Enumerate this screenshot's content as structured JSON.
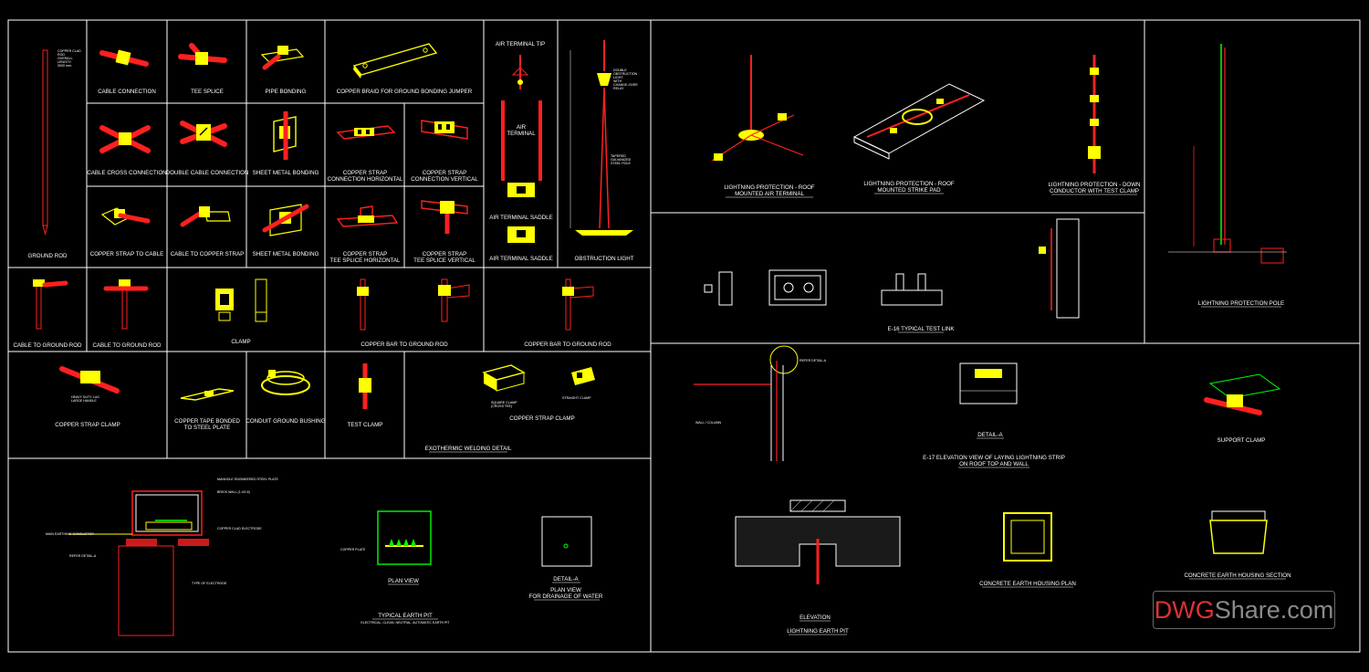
{
  "labels": {
    "ground_rod": "GROUND ROD",
    "ground_rod_note": [
      "COPPER CLAD",
      "ROD",
      "OVERALL",
      "LENGTH",
      "3000 mm."
    ],
    "cable_connection": "CABLE CONNECTION",
    "tee_splice": "TEE SPLICE",
    "pipe_bonding": "PIPE BONDING",
    "copper_braid": "COPPER BRAID FOR GROUND BONDING JUMPER",
    "cable_cross": "CABLE CROSS CONNECTION",
    "double_cable": "DOUBLE CABLE CONNECTION",
    "sheet_metal_1": "SHEET METAL BONDING",
    "strap_horizontal": [
      "COPPER STRAP",
      "CONNECTION HORIZONTAL"
    ],
    "strap_vertical": [
      "COPPER STRAP",
      "CONNECTION VERTICAL"
    ],
    "strap_to_cable": "COPPER STRAP TO CABLE",
    "cable_to_strap": "CABLE TO COPPER STRAP",
    "sheet_metal_2": "SHEET METAL BONDING",
    "tee_horizontal": [
      "COPPER STRAP",
      "TEE SPLICE HORIZONTAL"
    ],
    "tee_vertical": [
      "COPPER STRAP",
      "TEE SPLICE VERTICAL"
    ],
    "air_terminal_tip": "AIR TERMINAL TIP",
    "air_terminal": [
      "AIR",
      "TERMINAL"
    ],
    "air_saddle_1": "AIR TERMINAL SADDLE",
    "air_saddle_2": "AIR TERMINAL SADDLE",
    "obstruction_light": "OBSTRUCTION LIGHT",
    "obstruction_note": [
      "DOUBLE",
      "OBSTRUCTION",
      "LIGHT",
      "WITH",
      "CHANGE-OVER",
      "RELAY"
    ],
    "pole_note": [
      "TAPERED",
      "GALVANIZED",
      "STEEL POLE"
    ],
    "cable_ground_rod_1": "CABLE TO GROUND ROD",
    "cable_ground_rod_2": "CABLE TO GROUND ROD",
    "clamp": "CLAMP",
    "bar_ground_rod_1": "COPPER BAR TO GROUND ROD",
    "bar_ground_rod_2": "COPPER BAR TO GROUND ROD",
    "strap_clamp": "COPPER STRAP CLAMP",
    "heavy_duty_note": [
      "HEAVY DUTY LUG",
      "LARGE HANDLE"
    ],
    "tape_bonded": [
      "COPPER TAPE BONDED",
      "TO STEEL PLATE"
    ],
    "conduit_bushing": "CONDUIT GROUND BUSHING",
    "test_clamp": "TEST CLAMP",
    "strap_clamp_2": "COPPER STRAP CLAMP",
    "square_clamp": [
      "SQUARE CLAMP",
      "(CROSS TEE)"
    ],
    "straight_clamp": "STRAIGHT CLAMP",
    "exothermic": "EXOTHERMIC WELDING DETAIL",
    "roof_air_terminal": [
      "LIGHTNING PROTECTION - ROOF",
      "MOUNTED AIR TERMINAL"
    ],
    "roof_strike_pad": [
      "LIGHTNING PROTECTION - ROOF",
      "MOUNTED STRIKE PAD"
    ],
    "down_conductor": [
      "LIGHTNING PROTECTION - DOWN",
      "CONDUCTOR WITH TEST CLAMP"
    ],
    "protection_pole": "LIGHTNING PROTECTION POLE",
    "test_link": "E-16 TYPICAL TEST LINK",
    "earth_pit_typical": "TYPICAL EARTH PIT",
    "earth_pit_sub": "ELECTRICAL, CLEAN, NEUTRAL, AUTOMATIC EARTH PIT",
    "plan_view": "PLAN VIEW",
    "detail_a": "DETAIL-A",
    "plan_drainage": [
      "PLAN VIEW",
      "FOR DRAINAGE OF WATER"
    ],
    "detail_a2": "DETAIL-A",
    "e17": [
      "E-17 ELEVATION VIEW OF LAYING LIGHTNING STRIP",
      "ON ROOF TOP AND WALL"
    ],
    "support_clamp": "SUPPORT CLAMP",
    "elevation": "ELEVATION",
    "earth_pit": "LIGHTNING EARTH PIT",
    "housing_plan": "CONCRETE EARTH HOUSING PLAN",
    "housing_section": "CONCRETE EARTH HOUSING SECTION",
    "refer_detail": "REFER DETAIL-A",
    "wall_column": "WALL / COLUMN",
    "copper_plate": "COPPER PLATE"
  },
  "watermark": {
    "prefix": "DWG",
    "suffix": "Share.com"
  },
  "colors": {
    "background": "#000000",
    "frame": "#ffffff",
    "yellow": "#ffff00",
    "red": "#ff2020",
    "green": "#00ff00"
  }
}
